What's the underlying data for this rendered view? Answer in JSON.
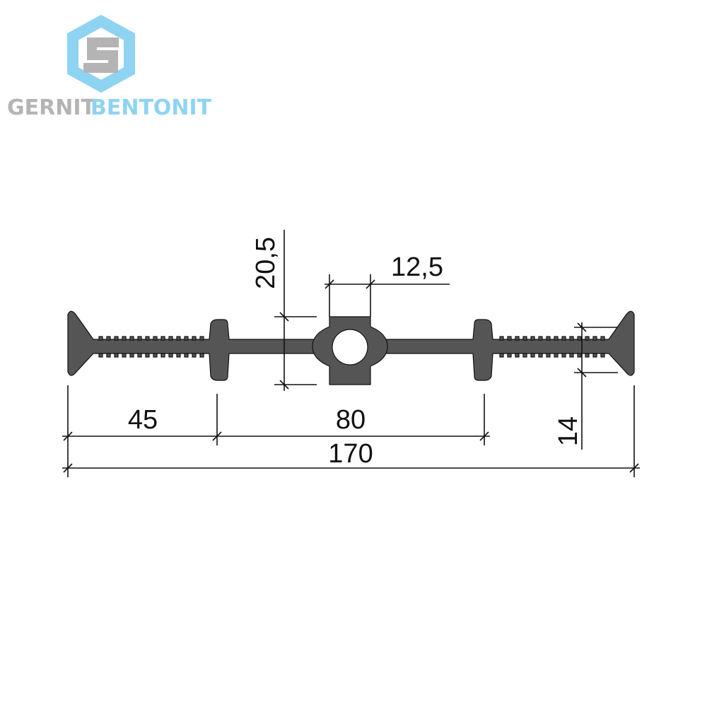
{
  "logo": {
    "word1": "GERNIT",
    "word2": "BENTONIT",
    "color_gray": "#b4b4b4",
    "color_blue": "#8fd3f2"
  },
  "profile": {
    "fill_color": "#555555",
    "line_color": "#111111"
  },
  "dimensions": {
    "overall_width": "170",
    "rib_offset": "45",
    "inner_rib_span": "80",
    "bulb_height": "20,5",
    "bulb_width": "12,5",
    "end_thickness": "14"
  }
}
